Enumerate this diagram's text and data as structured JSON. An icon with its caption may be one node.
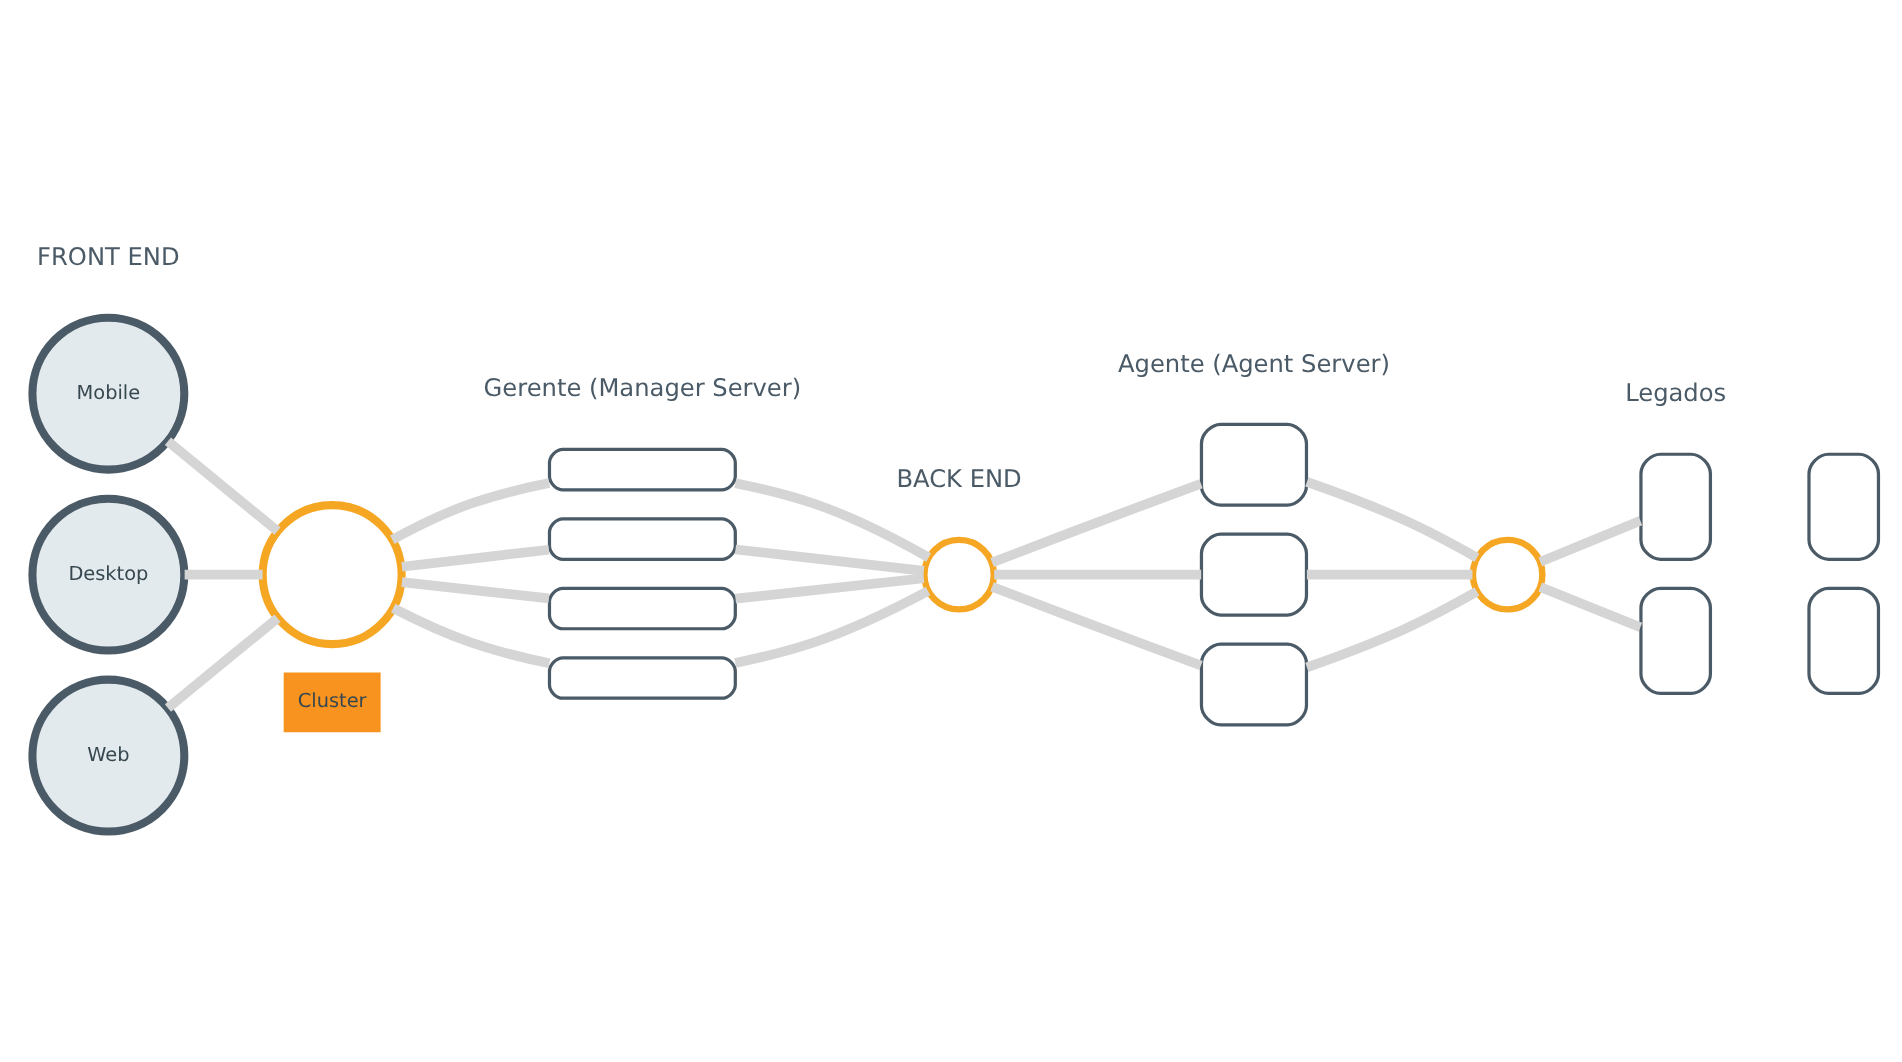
{
  "diagram": {
    "nodes": [
      {
        "text": [
          "Mobile"
        ]
      },
      {
        "text": [
          "Desktop"
        ]
      },
      {
        "text": [
          "Web"
        ]
      },
      {
        "text": [],
        "shape": "circle"
      },
      {
        "text": [
          "Cluster"
        ]
      },
      {
        "text": [],
        "shape": "box"
      },
      {
        "text": [],
        "shape": "box"
      },
      {
        "text": [],
        "shape": "box"
      },
      {
        "text": [],
        "shape": "box"
      },
      {
        "text": [],
        "shape": "circle"
      },
      {
        "text": [],
        "shape": "box"
      },
      {
        "text": [],
        "shape": "box"
      },
      {
        "text": [],
        "shape": "box"
      },
      {
        "text": [],
        "shape": "circle"
      },
      {
        "text": [],
        "shape": "box"
      },
      {
        "text": [],
        "shape": "box"
      },
      {
        "text": [],
        "shape": "box"
      },
      {
        "text": [],
        "shape": "box"
      }
    ],
    "edges": [
      {
        "from": 0,
        "to": 3,
        "arrow": "none"
      },
      {
        "from": 1,
        "to": 3,
        "arrow": "none"
      },
      {
        "from": 2,
        "to": 3,
        "arrow": "none"
      },
      {
        "from": 3,
        "to": 5,
        "arrow": "none"
      },
      {
        "from": 3,
        "to": 6,
        "arrow": "none"
      },
      {
        "from": 3,
        "to": 7,
        "arrow": "none"
      },
      {
        "from": 3,
        "to": 8,
        "arrow": "none"
      },
      {
        "from": 5,
        "to": 9,
        "arrow": "none"
      },
      {
        "from": 6,
        "to": 9,
        "arrow": "none"
      },
      {
        "from": 7,
        "to": 9,
        "arrow": "none"
      },
      {
        "from": 8,
        "to": 9,
        "arrow": "none"
      },
      {
        "from": 9,
        "to": 10,
        "arrow": "none"
      },
      {
        "from": 9,
        "to": 11,
        "arrow": "none"
      },
      {
        "from": 9,
        "to": 12,
        "arrow": "none"
      },
      {
        "from": 10,
        "to": 13,
        "arrow": "none"
      },
      {
        "from": 11,
        "to": 13,
        "arrow": "none"
      },
      {
        "from": 12,
        "to": 13,
        "arrow": "none"
      },
      {
        "from": 13,
        "to": 14,
        "arrow": "none"
      },
      {
        "from": 13,
        "to": 16,
        "arrow": "none"
      }
    ],
    "labels": [
      "FRONT END",
      "BACK END",
      "Gerente (Manager Server)",
      "Agente (Agent Server)",
      "Legados"
    ]
  }
}
